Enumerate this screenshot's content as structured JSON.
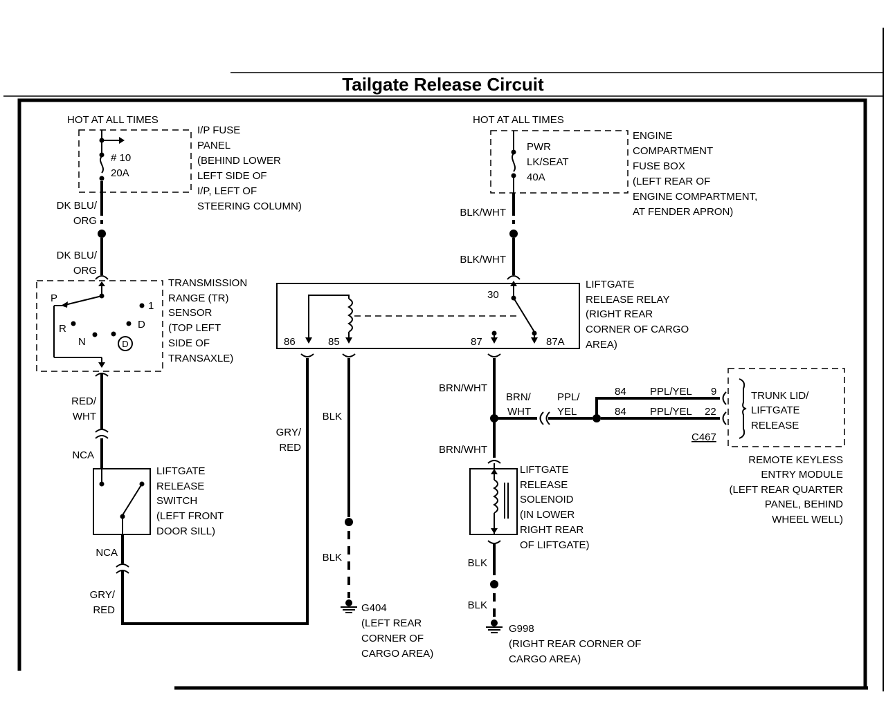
{
  "title": "Tailgate Release Circuit",
  "fuse_panel": {
    "hot_label": "HOT AT ALL TIMES",
    "fuse_num": "# 10",
    "fuse_rating": "20A",
    "location": [
      "I/P FUSE",
      "PANEL",
      "(BEHIND LOWER",
      "LEFT SIDE OF",
      "I/P, LEFT OF",
      "STEERING COLUMN)"
    ]
  },
  "engine_fuse_box": {
    "hot_label": "HOT AT ALL TIMES",
    "fuse_name": [
      "PWR",
      "LK/SEAT",
      "40A"
    ],
    "location": [
      "ENGINE",
      "COMPARTMENT",
      "FUSE BOX",
      "(LEFT REAR OF",
      "ENGINE COMPARTMENT,",
      "AT FENDER APRON)"
    ]
  },
  "tr_sensor": {
    "positions": {
      "p": "P",
      "r": "R",
      "n": "N",
      "one": "1",
      "d": "D",
      "od": "D"
    },
    "label": [
      "TRANSMISSION",
      "RANGE (TR)",
      "SENSOR",
      "(TOP LEFT",
      "SIDE OF",
      "TRANSAXLE)"
    ]
  },
  "relay": {
    "pins": {
      "p86": "86",
      "p85": "85",
      "p87": "87",
      "p87a": "87A",
      "p30": "30"
    },
    "label": [
      "LIFTGATE",
      "RELEASE RELAY",
      "(RIGHT REAR",
      "CORNER OF CARGO",
      "AREA)"
    ]
  },
  "switch": {
    "label": [
      "LIFTGATE",
      "RELEASE",
      "SWITCH",
      "(LEFT FRONT",
      "DOOR SILL)"
    ]
  },
  "solenoid": {
    "label": [
      "LIFTGATE",
      "RELEASE",
      "SOLENOID",
      "(IN LOWER",
      "RIGHT REAR",
      "OF LIFTGATE)"
    ]
  },
  "keyless": {
    "circuit_a": "84",
    "circuit_b": "84",
    "color_a": "PPL/YEL",
    "color_b": "PPL/YEL",
    "pin_a": "9",
    "pin_b": "22",
    "connector": "C467",
    "box_label": [
      "TRUNK LID/",
      "LIFTGATE",
      "RELEASE"
    ],
    "module_label": [
      "REMOTE KEYLESS",
      "ENTRY MODULE",
      "(LEFT REAR QUARTER",
      "PANEL, BEHIND",
      "WHEEL WELL)"
    ]
  },
  "wires": {
    "dkblu1": [
      "DK BLU/",
      "ORG"
    ],
    "dkblu2": [
      "DK BLU/",
      "ORG"
    ],
    "redwht": [
      "RED/",
      "WHT"
    ],
    "nca1": "NCA",
    "nca2": "NCA",
    "gryred1": [
      "GRY/",
      "RED"
    ],
    "gryred2": [
      "GRY/",
      "RED"
    ],
    "blkwht1": "BLK/WHT",
    "blkwht2": "BLK/WHT",
    "blk_a1": "BLK",
    "blk_a2": "BLK",
    "brnwht1": "BRN/WHT",
    "brnwht2": "BRN/WHT",
    "brnwht_h": [
      "BRN/",
      "WHT"
    ],
    "pplyel_h": [
      "PPL/",
      "YEL"
    ],
    "blk_b1": "BLK",
    "blk_b2": "BLK"
  },
  "grounds": {
    "g404": [
      "G404",
      "(LEFT REAR",
      "CORNER OF",
      "CARGO AREA)"
    ],
    "g998": [
      "G998",
      "(RIGHT REAR CORNER OF",
      "CARGO AREA)"
    ]
  }
}
